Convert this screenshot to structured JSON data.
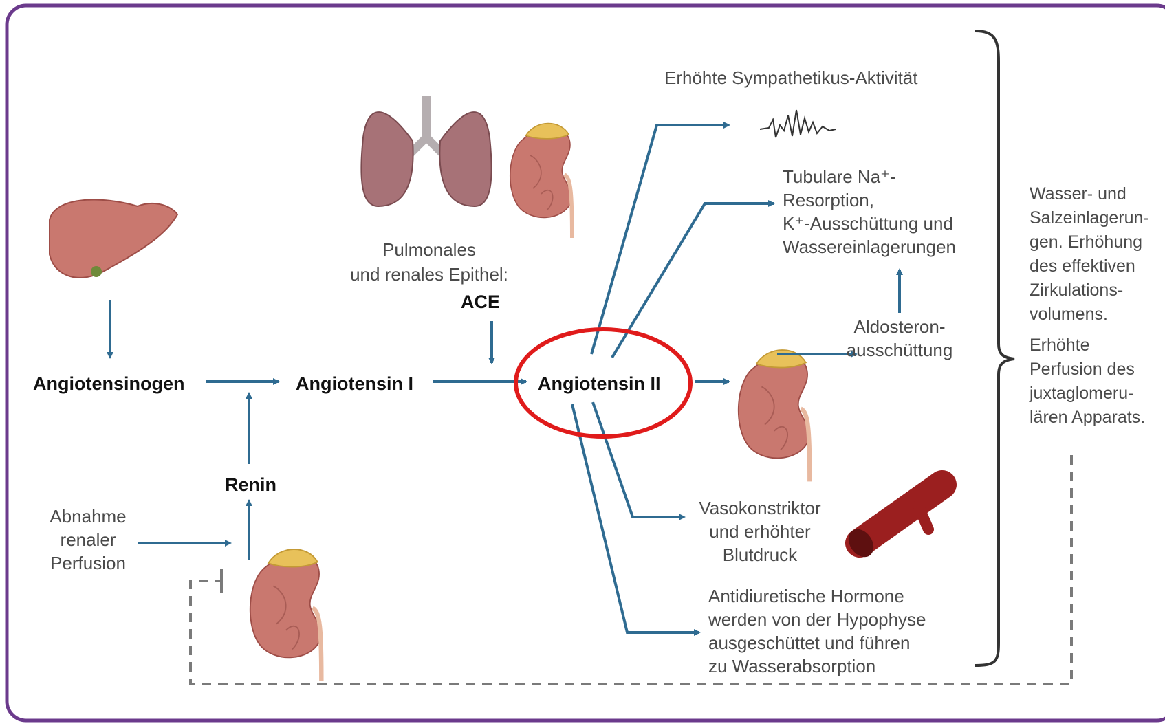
{
  "colors": {
    "frame": "#6b3a8c",
    "arrow": "#2f6b91",
    "highlight": "#e01b1b",
    "organ": "#c9786f",
    "organ_dark": "#9e4d47",
    "adrenal": "#e8c15a",
    "lung": "#a77277",
    "vessel": "#9b1f1f",
    "bracket": "#333333",
    "feedback": "#7a7a7a"
  },
  "icons": [
    "liver-icon",
    "lung-icon",
    "kidney-icon",
    "blood-vessel-icon",
    "nerve-signal-icon"
  ],
  "nodes": {
    "angiotensinogen": "Angiotensinogen",
    "angiotensin1": "Angiotensin I",
    "angiotensin2": "Angiotensin II",
    "renin": "Renin",
    "ace": "ACE"
  },
  "labels": {
    "abnahme": [
      "Abnahme",
      "renaler",
      "Perfusion"
    ],
    "epithel": [
      "Pulmonales",
      "und renales Epithel:"
    ],
    "sympathikus": "Erhöhte Sympathetikus-Aktivität",
    "tubulare": [
      "Tubulare Na⁺-",
      "Resorption,",
      "K⁺-Ausschüttung und",
      "Wassereinlagerungen"
    ],
    "aldosteron": [
      "Aldosteron-",
      "ausschüttung"
    ],
    "vasokonstriktor": [
      "Vasokonstriktor",
      "und erhöhter",
      "Blutdruck"
    ],
    "adh": [
      "Antidiuretische Hormone",
      "werden von der Hypophyse",
      "ausgeschüttet und führen",
      "zu Wasserabsorption"
    ],
    "effect": [
      "Wasser- und",
      "Salzeinlagerun-",
      "gen. Erhöhung",
      "des effektiven",
      "Zirkulations-",
      "volumens.",
      "Erhöhte",
      "Perfusion des",
      "juxtaglomeru-",
      "lären Apparats."
    ]
  }
}
